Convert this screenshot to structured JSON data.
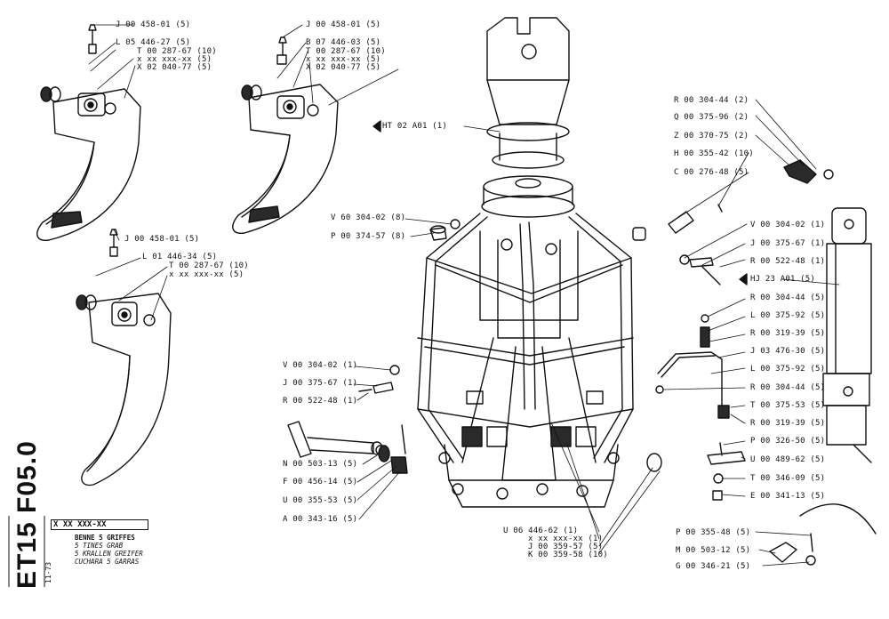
{
  "sheet": {
    "code": "ET15 F05.0",
    "date": "11-73",
    "reference": "X XX XXX-XX",
    "title_fr": "BENNE 5 GRIFFES",
    "title_en": "5 TINES GRAB",
    "title_de": "5 KRALLEN GREIFER",
    "title_es": "CUCHARA 5 GARRAS"
  },
  "tine_assembly_1": [
    "J 00 458-01 (5)",
    "L 05 446-27 (5)",
    "T 00 287-67 (10)",
    "x xx xxx-xx (5)",
    "X 02 040-77 (5)"
  ],
  "tine_assembly_2": [
    "J 00 458-01 (5)",
    "B 07 446-03 (5)",
    "T 00 287-67 (10)",
    "x xx xxx-xx (5)",
    "X 02 040-77 (5)"
  ],
  "tine_assembly_3": [
    "J 00 458-01 (5)",
    "L 01 446-34 (5)",
    "T 00 287-67 (10)",
    "x xx xxx-xx (5)"
  ],
  "head": {
    "ref": "HT 02 A01 (1)",
    "washer": "V 60 304-02 (8)",
    "plug": "P 00 374-57 (8)"
  },
  "left_parts": [
    "V 00 304-02 (1)",
    "J 00 375-67 (1)",
    "R 00 522-48 (1)"
  ],
  "pin_parts": [
    "N 00 503-13 (5)",
    "F 00 456-14 (5)",
    "U 00 355-53 (5)",
    "A 00 343-16 (5)"
  ],
  "bottom_parts": [
    "U 06 446-62 (1)",
    "x xx xxx-xx (1)",
    "J 00 359-57 (5)",
    "K 00 359-58 (10)"
  ],
  "top_right_parts": [
    "R 00 304-44 (2)",
    "Q 00 375-96 (2)",
    "Z 00 370-75 (2)",
    "H 00 355-42 (10)",
    "C 00 276-48 (5)"
  ],
  "right_parts": [
    "V 00 304-02 (1)",
    "J 00 375-67 (1)",
    "R 00 522-48 (1)",
    "HJ 23 A01 (5)",
    "R 00 304-44 (5)",
    "L 00 375-92 (5)",
    "R 00 319-39 (5)",
    "J 03 476-30 (5)",
    "L 00 375-92 (5)",
    "R 00 304-44 (5)",
    "T 00 375-53 (5)",
    "R 00 319-39 (5)",
    "P 00 326-50 (5)",
    "U 00 489-62 (5)",
    "T 00 346-09 (5)",
    "E 00 341-13 (5)"
  ],
  "bottom_right_parts": [
    "P 00 355-48 (5)",
    "M 00 503-12 (5)",
    "G 00 346-21 (5)"
  ],
  "colors": {
    "ink": "#111111",
    "paper": "#ffffff",
    "shade": "#2a2a2a"
  }
}
